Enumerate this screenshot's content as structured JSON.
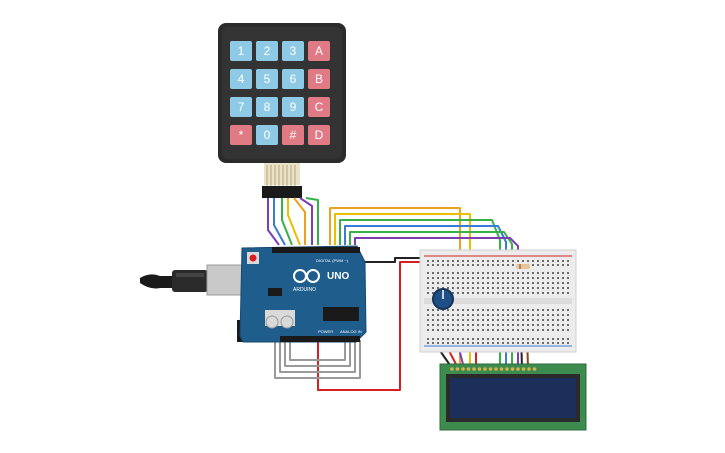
{
  "keypad": {
    "keys": [
      {
        "label": "1",
        "type": "num"
      },
      {
        "label": "2",
        "type": "num"
      },
      {
        "label": "3",
        "type": "num"
      },
      {
        "label": "A",
        "type": "letter"
      },
      {
        "label": "4",
        "type": "num"
      },
      {
        "label": "5",
        "type": "num"
      },
      {
        "label": "6",
        "type": "num"
      },
      {
        "label": "B",
        "type": "letter"
      },
      {
        "label": "7",
        "type": "num"
      },
      {
        "label": "8",
        "type": "num"
      },
      {
        "label": "9",
        "type": "num"
      },
      {
        "label": "C",
        "type": "letter"
      },
      {
        "label": "*",
        "type": "letter"
      },
      {
        "label": "0",
        "type": "num"
      },
      {
        "label": "#",
        "type": "letter"
      },
      {
        "label": "D",
        "type": "letter"
      }
    ]
  },
  "arduino": {
    "model": "UNO",
    "brand": "ARDUINO",
    "digital_label": "DIGITAL (PWM ~)",
    "power_label": "POWER",
    "analog_label": "ANALOG IN"
  },
  "colors": {
    "key_num": "#8ecae6",
    "key_letter": "#e07a84",
    "board": "#1f5d8c",
    "lcd_pcb": "#3d8b4e",
    "lcd_screen": "#1b2f5a",
    "wire_orange": "#f0a020",
    "wire_yellow": "#e8c000",
    "wire_green": "#37b04a",
    "wire_blue": "#3a7bd5",
    "wire_purple": "#7b3fb0",
    "wire_red": "#d62020",
    "wire_black": "#222222",
    "wire_gray": "#9a9a9a"
  }
}
